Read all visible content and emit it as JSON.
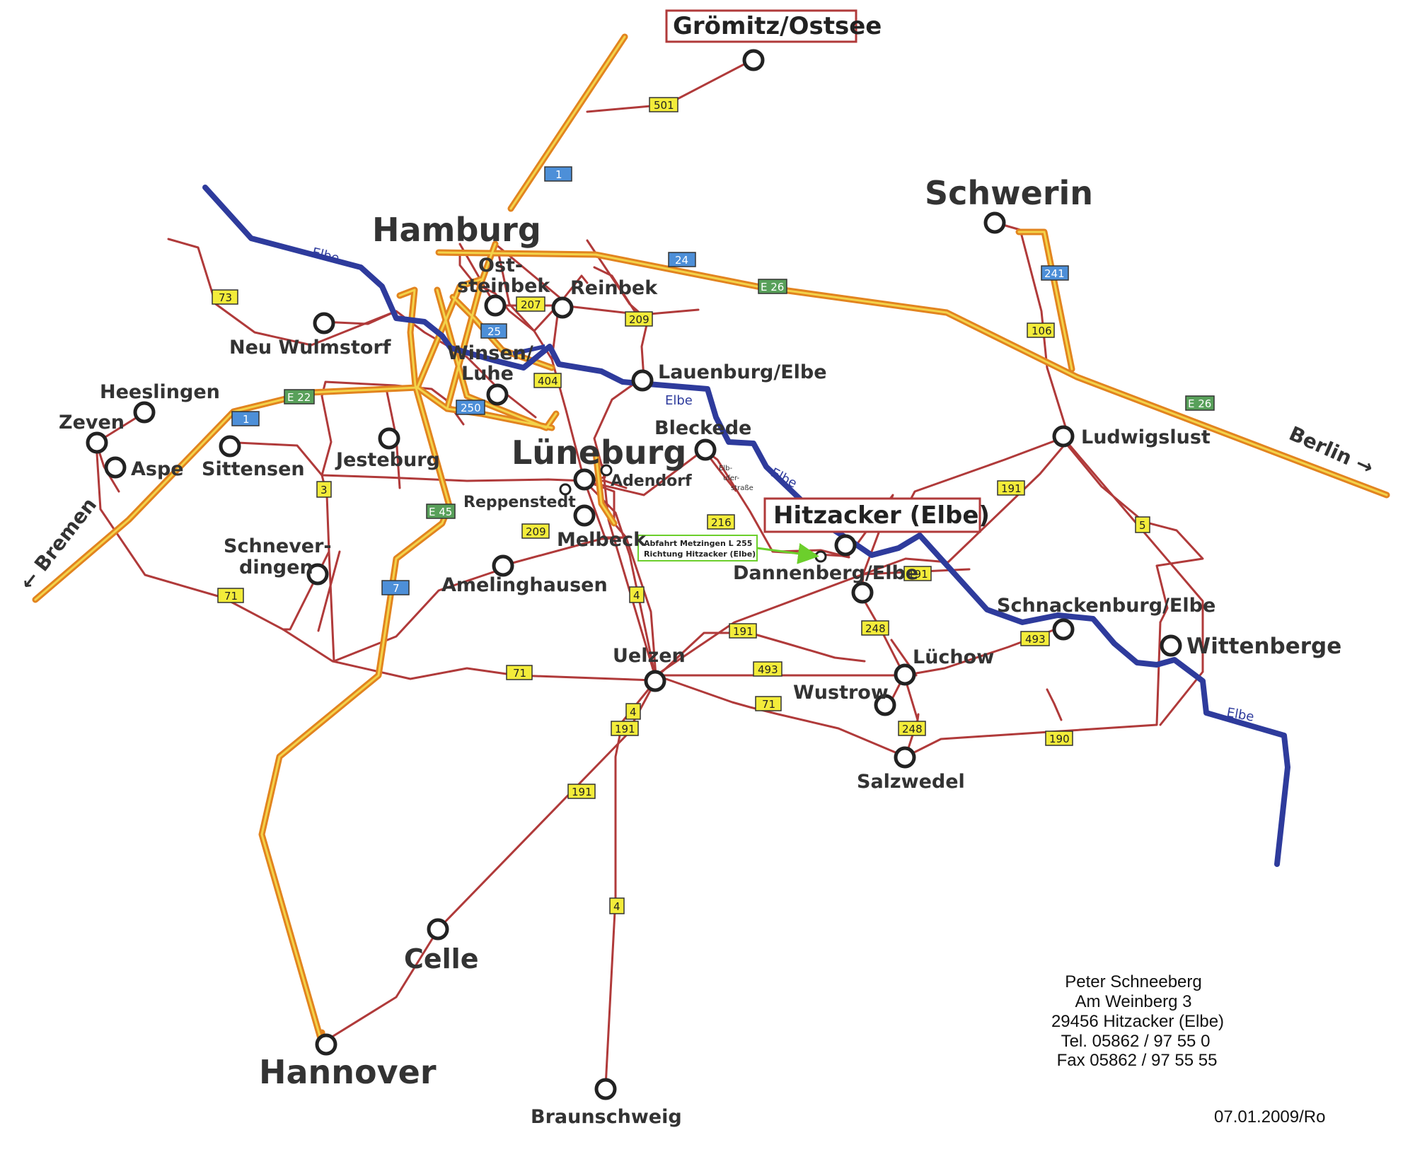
{
  "cities": {
    "hamburg": "Hamburg",
    "schwerin": "Schwerin",
    "luneburg": "Lüneburg",
    "hannover": "Hannover",
    "celle": "Celle",
    "braunschweig": "Braunschweig",
    "hitzacker": "Hitzacker (Elbe)",
    "gromitz": "Grömitz/Ostsee",
    "oststeinbek_1": "Ost-",
    "oststeinbek_2": "steinbek",
    "reinbek": "Reinbek",
    "neu_wulmstorf": "Neu Wulmstorf",
    "winsen_1": "Winsen/",
    "winsen_2": "Luhe",
    "lauenburg": "Lauenburg/Elbe",
    "bleckede": "Bleckede",
    "heeslingen": "Heeslingen",
    "zeven": "Zeven",
    "aspe": "Aspe",
    "sittensen": "Sittensen",
    "jesteburg": "Jesteburg",
    "adendorf": "Adendorf",
    "reppenstedt": "Reppenstedt",
    "melbeck": "Melbeck",
    "schneverdingen_1": "Schnever-",
    "schneverdingen_2": "dingen",
    "amelinghausen": "Amelinghausen",
    "dannenberg": "Dannenberg/Elbe",
    "ludwigslust": "Ludwigslust",
    "schnackenburg": "Schnackenburg/Elbe",
    "wittenberge": "Wittenberge",
    "uelzen": "Uelzen",
    "luchow": "Lüchow",
    "wustrow": "Wustrow",
    "salzwedel": "Salzwedel"
  },
  "directions": {
    "bremen": "← Bremen",
    "berlin": "Berlin →"
  },
  "rivers": {
    "elbe": "Elbe",
    "elbuferstrasse_1": "Elb-",
    "elbuferstrasse_2": "ufer-",
    "elbuferstrasse_3": "straße"
  },
  "callout": {
    "line1": "Abfahrt Metzingen L 255",
    "line2": "Richtung Hitzacker (Elbe)"
  },
  "roads": {
    "r501": "501",
    "a1_top": "1",
    "a24": "24",
    "e26_a": "E 26",
    "e26_b": "E 26",
    "a241": "241",
    "r106": "106",
    "r73": "73",
    "r207": "207",
    "a25": "25",
    "r209_top": "209",
    "r404": "404",
    "a250": "250",
    "e22": "E 22",
    "a1_left": "1",
    "r3": "3",
    "e45": "E 45",
    "r209_mid": "209",
    "r216": "216",
    "r191_a": "191",
    "r191_b": "191",
    "r5": "5",
    "a7": "7",
    "r71_a": "71",
    "r4_a": "4",
    "r191_c": "191",
    "r248_a": "248",
    "r493_a": "493",
    "r71_b": "71",
    "r493_b": "493",
    "r4_b": "4",
    "r191_d": "191",
    "r71_c": "71",
    "r248_b": "248",
    "r190": "190",
    "r191_e": "191",
    "r4_c": "4"
  },
  "address": {
    "name": "Peter Schneeberg",
    "street": "Am Weinberg 3",
    "city": "29456 Hitzacker (Elbe)",
    "tel": "Tel. 05862 / 97 55 0",
    "fax": "Fax 05862 / 97 55 55"
  },
  "date_code": "07.01.2009/Ro",
  "colors": {
    "road": "#b03a3a",
    "motorway_outer": "#e2841f",
    "motorway_inner": "#f3d34a",
    "river": "#2e3b9c",
    "highlight_border": "#b03a3a",
    "callout_border": "#6ccf2c"
  }
}
